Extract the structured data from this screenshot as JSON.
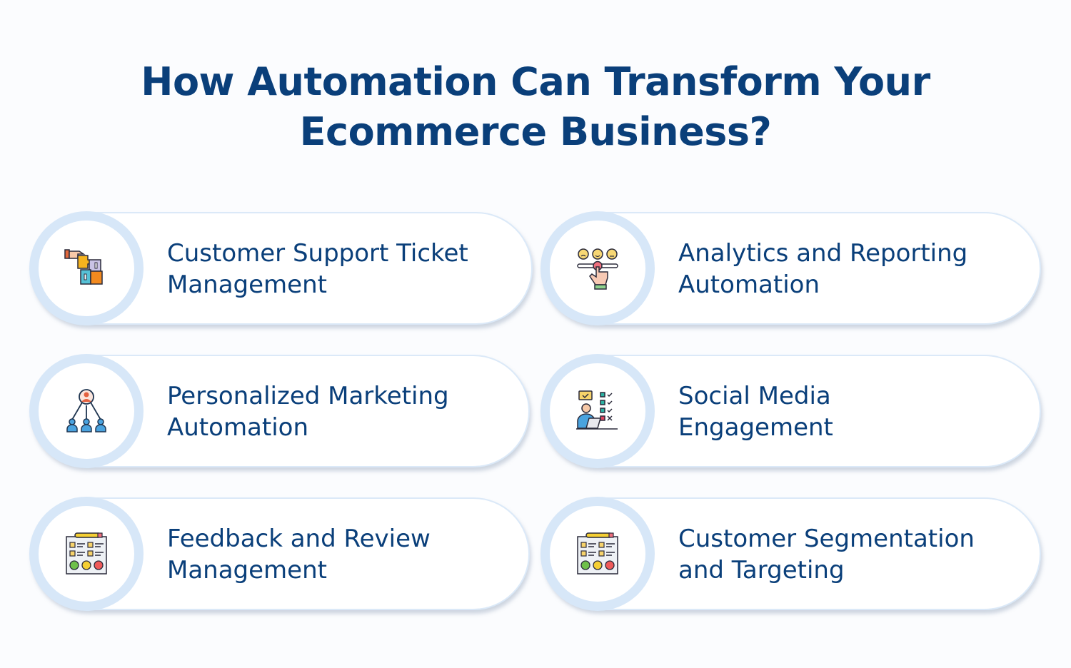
{
  "title": {
    "line1": "How Automation Can Transform Your",
    "line2": "Ecommerce Business?"
  },
  "colors": {
    "title": "#0a3f7a",
    "ring": "#d7e7f8",
    "card_border": "#dbe9f8",
    "background": "#fbfcfe"
  },
  "items": [
    {
      "line1": "Customer Support Ticket",
      "line2": "Management",
      "icon": "puzzle-hand-icon"
    },
    {
      "line1": "Analytics and Reporting",
      "line2": "Automation",
      "icon": "rating-slider-icon"
    },
    {
      "line1": "Personalized Marketing",
      "line2": "Automation",
      "icon": "audience-network-icon"
    },
    {
      "line1": "Social Media",
      "line2": "Engagement",
      "icon": "checklist-person-icon"
    },
    {
      "line1": "Feedback and Review",
      "line2": "Management",
      "icon": "feedback-form-icon"
    },
    {
      "line1": "Customer Segmentation",
      "line2": "and Targeting",
      "icon": "feedback-form-icon"
    }
  ]
}
